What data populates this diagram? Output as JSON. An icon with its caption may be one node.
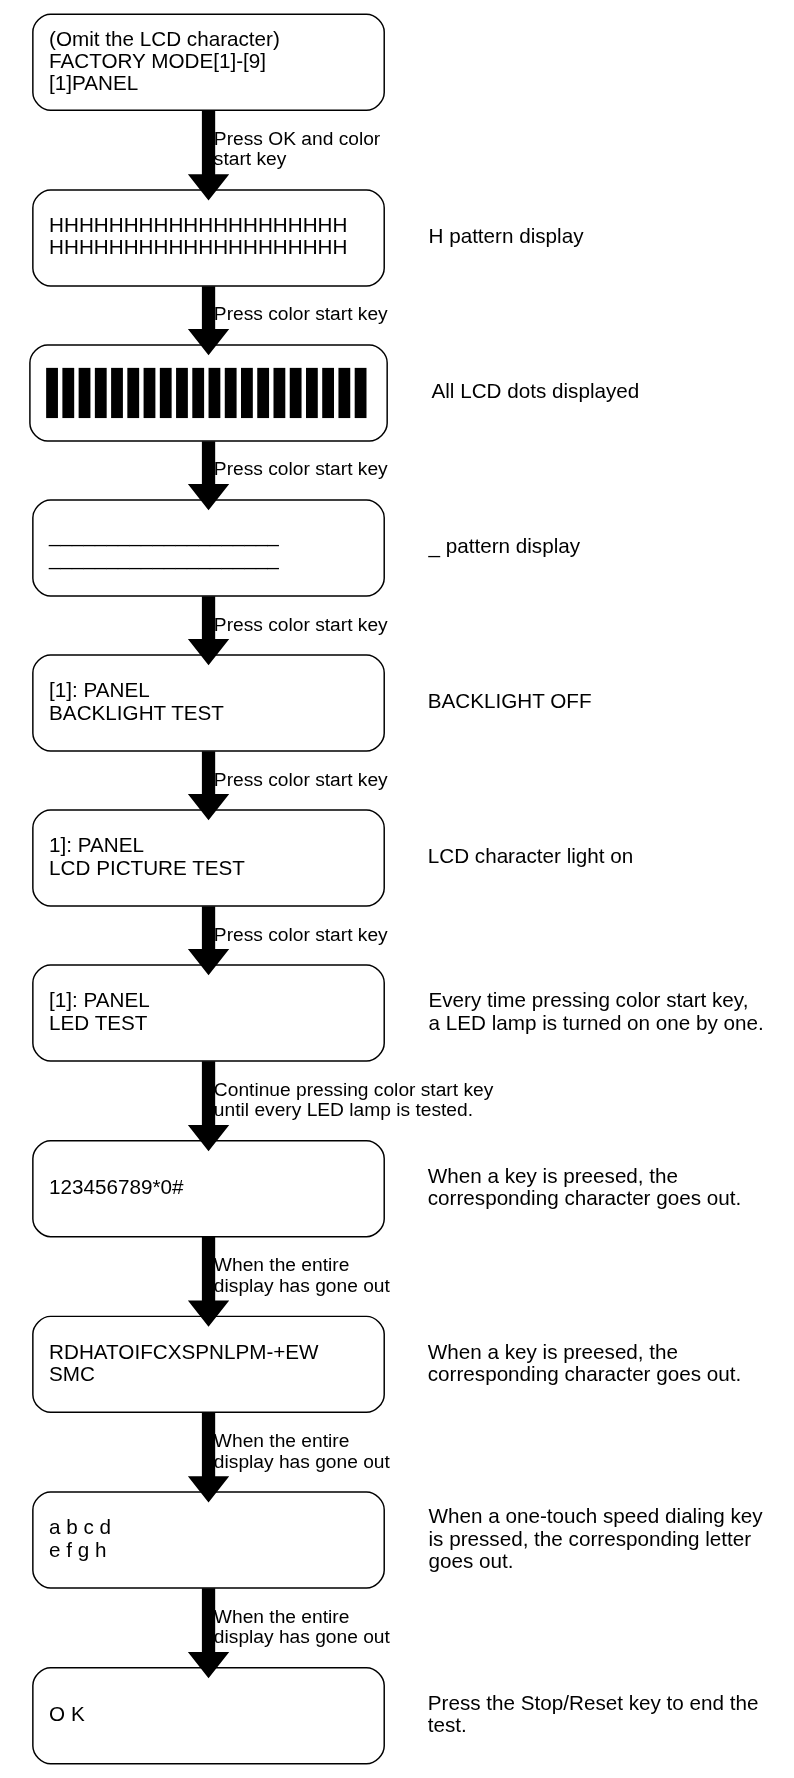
{
  "diagram": {
    "nodes": [
      {
        "text": [
          "(Omit the LCD character)",
          "FACTORY MODE[1]-[9]",
          "[1]PANEL"
        ]
      },
      {
        "text": [
          "HHHHHHHHHHHHHHHHHHHH",
          "HHHHHHHHHHHHHHHHHHHH"
        ],
        "beside": [
          "H pattern display"
        ]
      },
      {
        "text": [],
        "shape": "picture",
        "beside": [
          "All LCD dots displayed"
        ]
      },
      {
        "text": [
          "____________________",
          "____________________"
        ],
        "beside": [
          "_ pattern display"
        ]
      },
      {
        "text": [
          "[1]: PANEL",
          "BACKLIGHT TEST"
        ],
        "beside": [
          "BACKLIGHT OFF"
        ]
      },
      {
        "text": [
          "1]: PANEL",
          "LCD PICTURE TEST"
        ],
        "beside": [
          "LCD character light on"
        ]
      },
      {
        "text": [
          "[1]: PANEL",
          "LED TEST"
        ],
        "beside": [
          "Every time pressing color start key, a LED lamp is turned on one by one."
        ]
      },
      {
        "text": [
          "123456789*0#"
        ],
        "beside": [
          "When a key is preesed, the corresponding character goes out."
        ]
      },
      {
        "text": [
          "RDHATOIFCXSPNLPM-+EW",
          "SMC"
        ],
        "beside": [
          "When a key is preesed, the corresponding character goes out."
        ]
      },
      {
        "text": [
          "a b c d",
          "e f g h"
        ],
        "beside": [
          "When a one-touch speed dialing key is pressed, the corresponding letter goes out."
        ]
      },
      {
        "text": [
          "O K"
        ],
        "beside": [
          "Press the Stop/Reset key to end the test."
        ]
      }
    ],
    "edges": [
      {
        "from": 0,
        "to": 1,
        "arrow": "to",
        "label": "Press OK and color start key"
      },
      {
        "from": 1,
        "to": 2,
        "arrow": "to",
        "label": "Press color start key"
      },
      {
        "from": 2,
        "to": 3,
        "arrow": "to",
        "label": "Press color start key"
      },
      {
        "from": 3,
        "to": 4,
        "arrow": "to",
        "label": "Press color start key"
      },
      {
        "from": 4,
        "to": 5,
        "arrow": "to",
        "label": "Press color start key"
      },
      {
        "from": 5,
        "to": 6,
        "arrow": "to",
        "label": "Press color start key"
      },
      {
        "from": 6,
        "to": 7,
        "arrow": "to",
        "label": "Continue pressing color start key until every LED lamp is tested."
      },
      {
        "from": 7,
        "to": 8,
        "arrow": "to",
        "label": "When the entire display has gone out"
      },
      {
        "from": 8,
        "to": 9,
        "arrow": "to",
        "label": "When the entire display has gone out"
      },
      {
        "from": 9,
        "to": 10,
        "arrow": "to",
        "label": "When the entire display has gone out"
      }
    ]
  }
}
